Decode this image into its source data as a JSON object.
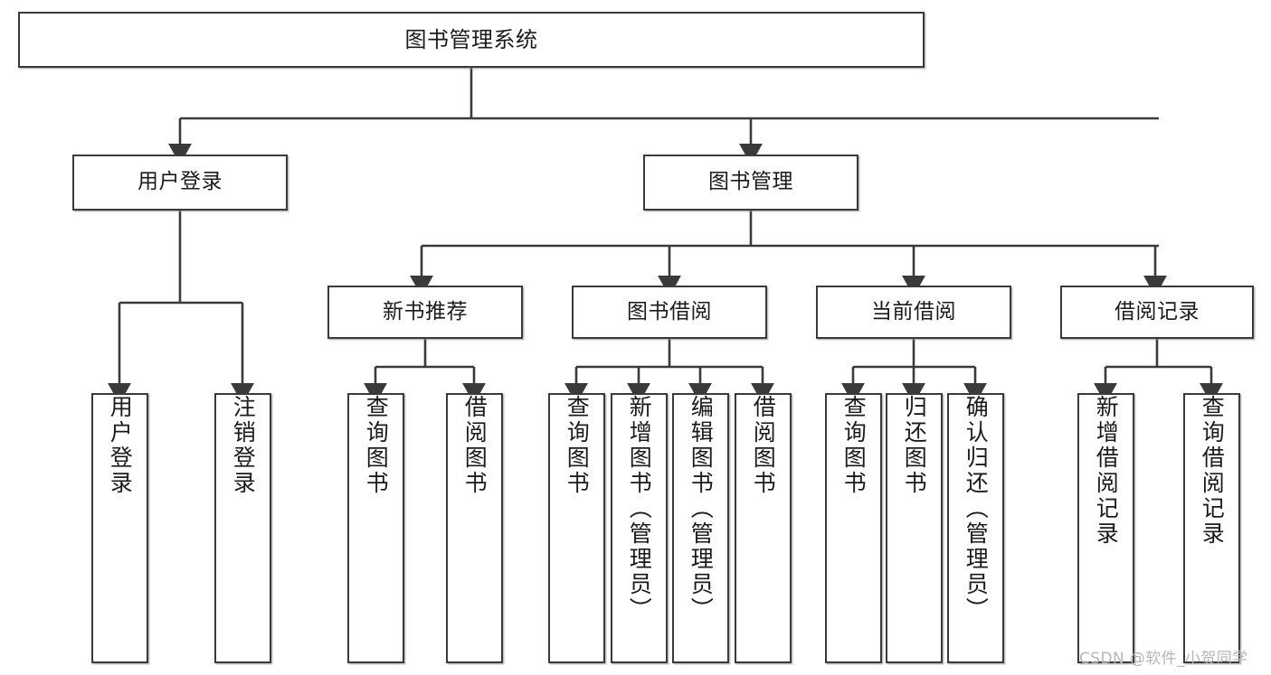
{
  "diagram": {
    "type": "tree-hierarchy",
    "title": "图书管理系统",
    "watermark": "CSDN @软件_小贺同学",
    "colors": {
      "box_border": "#3a3a3a",
      "box_fill": "#ffffff",
      "connector": "#3a3a3a",
      "text": "#1b1b1b",
      "watermark": "#b5b5b5"
    },
    "levels": {
      "root": {
        "label": "图书管理系统"
      },
      "level2": [
        {
          "label": "用户登录"
        },
        {
          "label": "图书管理"
        }
      ],
      "level3": [
        {
          "label": "新书推荐"
        },
        {
          "label": "图书借阅"
        },
        {
          "label": "当前借阅"
        },
        {
          "label": "借阅记录"
        }
      ],
      "leaves": {
        "user_login": [
          {
            "label": "用户登录"
          },
          {
            "label": "注销登录"
          }
        ],
        "new_book": [
          {
            "label": "查询图书"
          },
          {
            "label": "借阅图书"
          }
        ],
        "book_borrow": [
          {
            "label": "查询图书"
          },
          {
            "label": "新增图书（管理员）"
          },
          {
            "label": "编辑图书（管理员）"
          },
          {
            "label": "借阅图书"
          }
        ],
        "current_borrow": [
          {
            "label": "查询图书"
          },
          {
            "label": "归还图书"
          },
          {
            "label": "确认归还（管理员）"
          }
        ],
        "borrow_record": [
          {
            "label": "新增借阅记录"
          },
          {
            "label": "查询借阅记录"
          }
        ]
      }
    }
  }
}
